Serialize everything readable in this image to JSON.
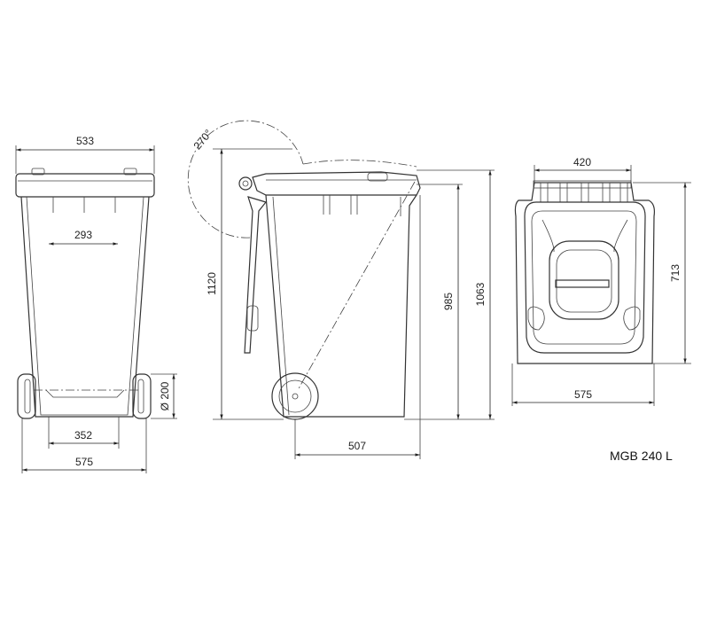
{
  "dimensions": {
    "front_top_width": "533",
    "front_inner_width": "293",
    "front_wheel_track": "352",
    "front_overall_width": "575",
    "wheel_diameter": "Ø 200",
    "lid_angle": "270°",
    "side_total_height": "1120",
    "side_body_height": "985",
    "side_lid_height": "1063",
    "side_depth": "507",
    "top_inner_width": "420",
    "top_depth": "713",
    "top_width": "575"
  },
  "model_label": "MGB 240 L"
}
